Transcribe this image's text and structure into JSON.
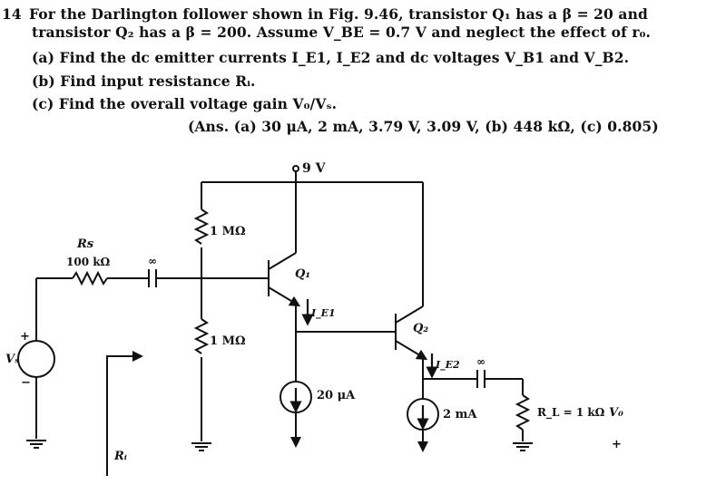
{
  "problem": {
    "number": "14",
    "line1": "For the Darlington follower shown in Fig. 9.46, transistor Q₁ has a β = 20 and",
    "line2": "transistor Q₂ has a β = 200. Assume V_BE = 0.7 V and neglect the effect of r₀.",
    "part_a": "(a) Find the dc emitter currents I_E1, I_E2 and dc voltages V_B1 and V_B2.",
    "part_b": "(b) Find input resistance Rᵢ.",
    "part_c": "(c) Find the overall voltage gain V₀/Vₛ.",
    "answer": "(Ans. (a) 30 μA, 2 mA, 3.79 V, 3.09 V, (b) 448 kΩ, (c) 0.805)"
  },
  "circuit": {
    "supply": "9 V",
    "r_top": "1 MΩ",
    "r_bottom": "1 MΩ",
    "rs_name": "Rs",
    "rs_value": "100 kΩ",
    "cap_in": "∞",
    "cap_out": "∞",
    "q1": "Q₁",
    "q2": "Q₂",
    "ie1": "I_E1",
    "ie2": "I_E2",
    "cs1": "20 μA",
    "cs2": "2 mA",
    "rl": "R_L = 1 kΩ",
    "vo": "V₀",
    "vs": "Vₛ",
    "ri": "Rᵢ",
    "plus_src": "+",
    "minus_src": "−",
    "plus_out": "+"
  }
}
